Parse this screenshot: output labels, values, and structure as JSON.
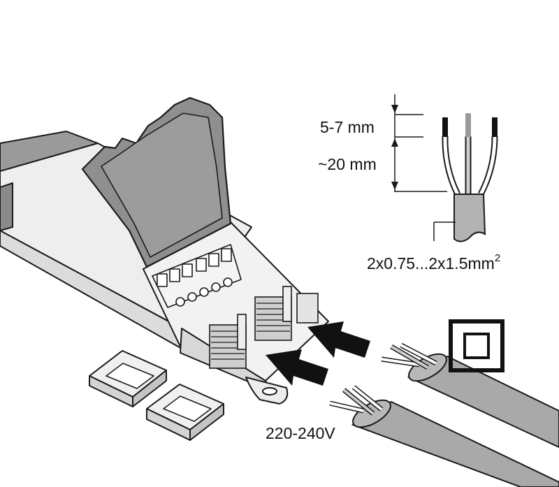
{
  "labels": {
    "strip_length": "5-7 mm",
    "sheath_strip": "~20 mm",
    "wire_gauge": "2x0.75...2x1.5mm",
    "wire_gauge_exp": "2",
    "voltage": "220-240V"
  },
  "colors": {
    "outline": "#1a1a1a",
    "body_fill": "#e9e9e9",
    "lid_fill": "#8f8f8f",
    "cable_fill": "#a9a9a9",
    "sheath_fill": "#b3b3b3",
    "arrow_fill": "#111111"
  },
  "icons": [
    "class-ii-double-insulation-icon",
    "insertion-arrow-icon"
  ]
}
